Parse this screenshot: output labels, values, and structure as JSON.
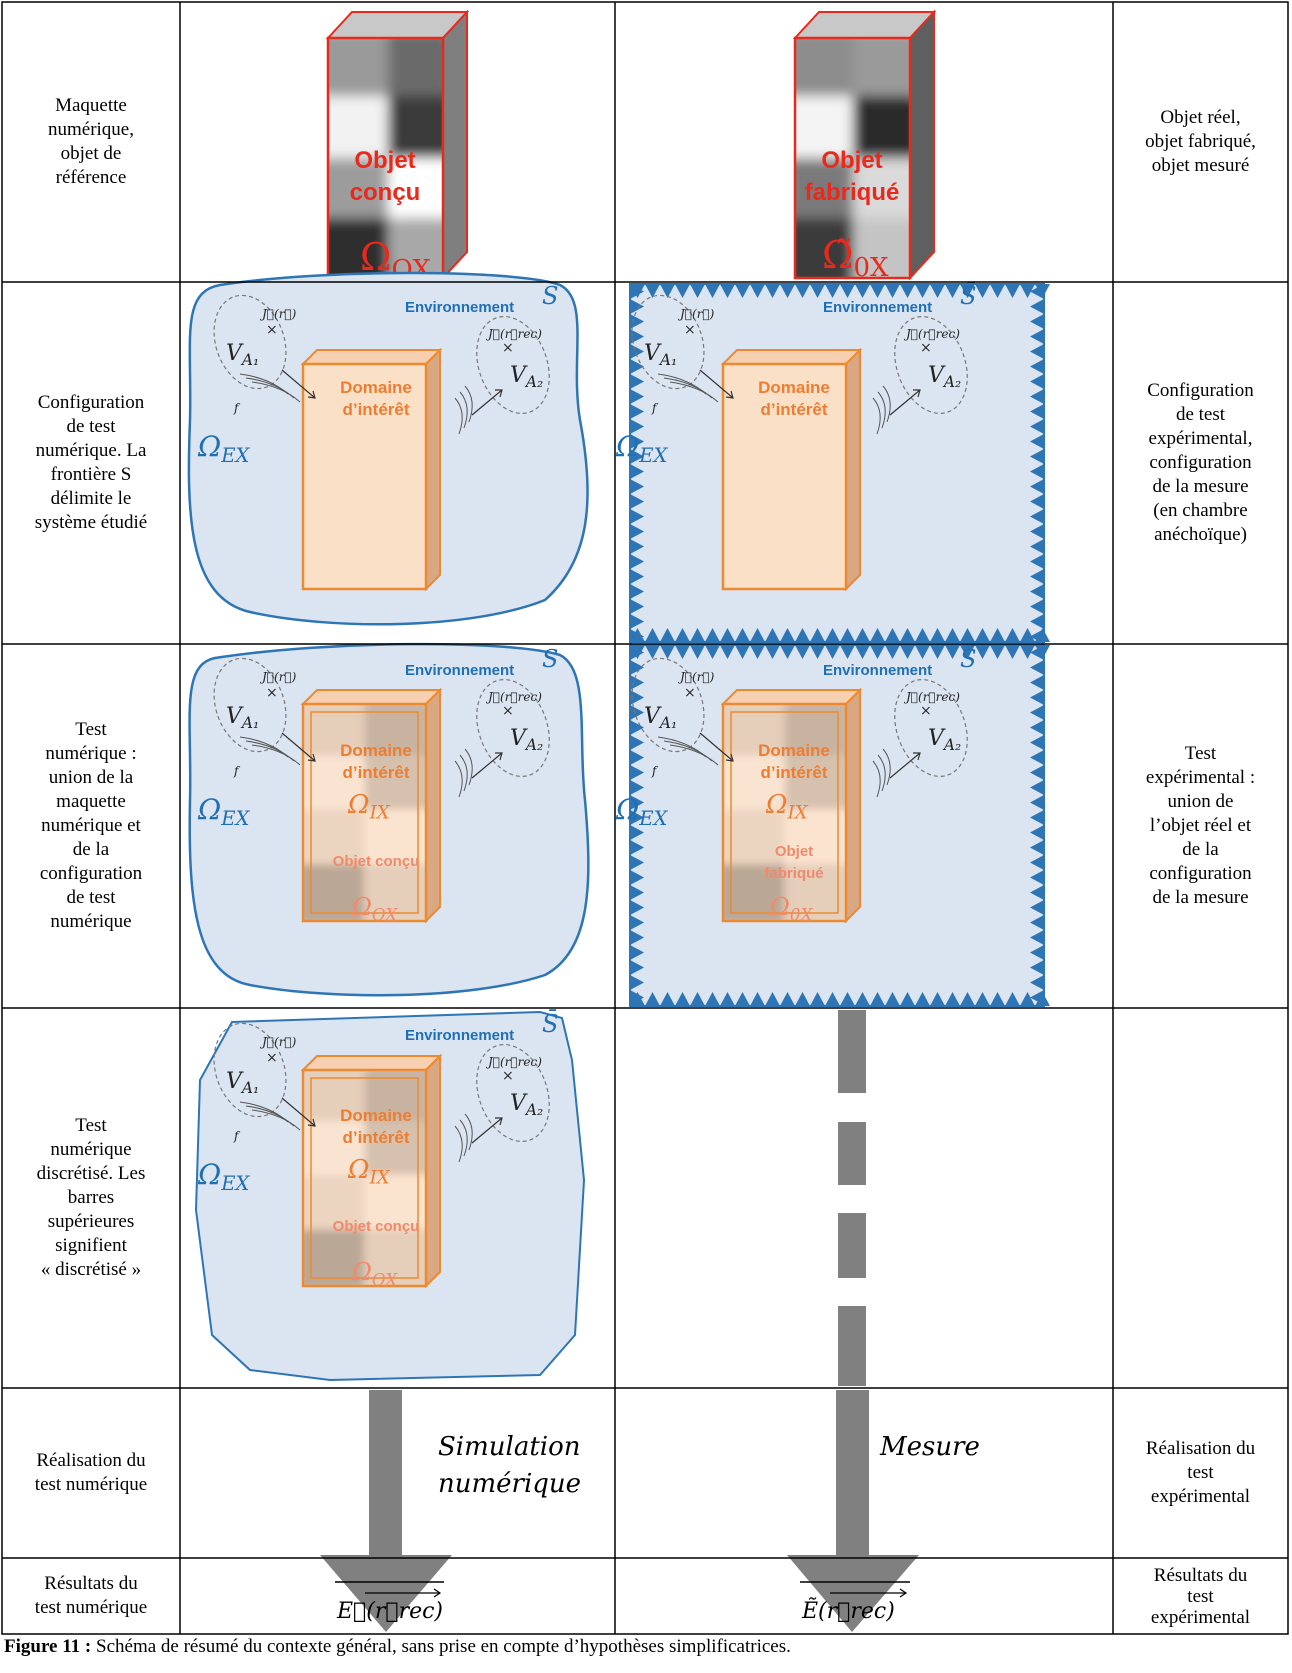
{
  "rows": [
    {
      "left": "Maquette\nnumérique,\nobjet de\nréférence",
      "right": "Objet réel,\nobjet fabriqué,\nobjet mesuré"
    },
    {
      "left": "Configuration\nde test\nnumérique. La\nfrontière S\ndélimite le\nsystème étudié",
      "right": "Configuration\nde test\nexpérimental,\nconfiguration\nde la mesure\n(en chambre\nanéchoïque)"
    },
    {
      "left": "Test\nnumérique :\nunion de la\nmaquette\nnumérique et\nde la\nconfiguration\nde test\nnumérique",
      "right": "Test\nexpérimental :\nunion de\nl’objet réel et\nde la\nconfiguration\nde la mesure"
    },
    {
      "left": "Test\nnumérique\ndiscrétisé. Les\nbarres\nsupérieures\nsignifient\n« discrétisé »",
      "right": ""
    },
    {
      "left": "Réalisation du\ntest numérique",
      "right": "Réalisation du\ntest\nexpérimental"
    },
    {
      "left": "Résultats du\ntest numérique",
      "right": "Résultats du\ntest\nexpérimental"
    }
  ],
  "objects": {
    "designed": {
      "label_line1": "Objet",
      "label_line2": "conçu",
      "symbol": "Ω",
      "subscript": "OX"
    },
    "fabricated": {
      "label_line1": "Objet",
      "label_line2": "fabriqué",
      "symbol": "Ω̃",
      "subscript": "0X"
    }
  },
  "scene": {
    "environment": "Environnement",
    "domain_line1": "Domaine",
    "domain_line2": "d’intérêt",
    "omega_ex": "Ω",
    "omega_ex_sub": "EX",
    "omega_ix": "Ω",
    "omega_ix_sub": "IX",
    "inner_designed": "Objet conçu",
    "inner_fab_line1": "Objet",
    "inner_fab_line2": "fabriqué",
    "omega_ox": "Ω",
    "omega_ox_sub": "OX",
    "omega_0x_sub": "0X",
    "boundary_s": "S",
    "boundary_s_tilde": "S̃",
    "boundary_s_bar": "S̄",
    "source_field": "J⃗(r⃗)",
    "receiver_field": "J⃗(r⃗rec)",
    "antenna_1": "VA₁",
    "antenna_2": "VA₂",
    "freq": "f"
  },
  "arrows": {
    "simulation_line1": "Simulation",
    "simulation_line2": "numérique",
    "measure": "Mesure"
  },
  "results": {
    "numeric": "E⃗(r⃗rec)",
    "experimental": "Ẽ(r⃗rec)"
  },
  "caption": {
    "label": "Figure 11 :",
    "text": " Schéma de résumé du contexte général, sans prise en compte d’hypothèses simplificatrices."
  },
  "colors": {
    "grid": "#000000",
    "env_fill": "#dbe4f1",
    "env_stroke": "#2e75b6",
    "env_text": "#1f6fb5",
    "domain_fill": "#fbe0c8",
    "domain_stroke": "#ed8a2f",
    "domain_text": "#ed7d31",
    "object_red": "#e8291c",
    "arrow_gray": "#808080"
  }
}
